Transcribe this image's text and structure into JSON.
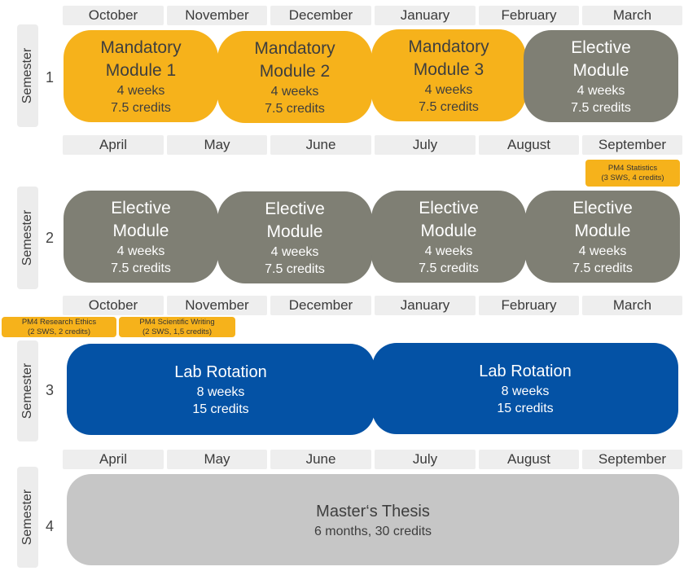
{
  "semester_label": "Semester",
  "timeline": [
    {
      "number": "1",
      "months": [
        "October",
        "November",
        "December",
        "January",
        "February",
        "March"
      ],
      "modules": [
        {
          "title1": "Mandatory",
          "title2": "Module 1",
          "duration": "4 weeks",
          "credits": "7.5 credits",
          "type": "mandatory"
        },
        {
          "title1": "Mandatory",
          "title2": "Module 2",
          "duration": "4 weeks",
          "credits": "7.5 credits",
          "type": "mandatory"
        },
        {
          "title1": "Mandatory",
          "title2": "Module 3",
          "duration": "4 weeks",
          "credits": "7.5 credits",
          "type": "mandatory"
        },
        {
          "title1": "Elective",
          "title2": "Module",
          "duration": "4 weeks",
          "credits": "7.5 credits",
          "type": "elective"
        }
      ]
    },
    {
      "number": "2",
      "months": [
        "April",
        "May",
        "June",
        "July",
        "August",
        "September"
      ],
      "extras": [
        {
          "line1": "PM4 Statistics",
          "line2": "(3 SWS, 4 credits)"
        }
      ],
      "modules": [
        {
          "title1": "Elective",
          "title2": "Module",
          "duration": "4 weeks",
          "credits": "7.5 credits",
          "type": "elective"
        },
        {
          "title1": "Elective",
          "title2": "Module",
          "duration": "4 weeks",
          "credits": "7.5 credits",
          "type": "elective"
        },
        {
          "title1": "Elective",
          "title2": "Module",
          "duration": "4 weeks",
          "credits": "7.5 credits",
          "type": "elective"
        },
        {
          "title1": "Elective",
          "title2": "Module",
          "duration": "4 weeks",
          "credits": "7.5 credits",
          "type": "elective"
        }
      ]
    },
    {
      "number": "3",
      "months": [
        "October",
        "November",
        "December",
        "January",
        "February",
        "March"
      ],
      "extras": [
        {
          "line1": "PM4 Research Ethics",
          "line2": "(2 SWS, 2 credits)"
        },
        {
          "line1": "PM4 Scientific Writing",
          "line2": "(2 SWS, 1,5 credits)"
        }
      ],
      "modules": [
        {
          "title1": "Lab Rotation",
          "duration": "8 weeks",
          "credits": "15 credits",
          "type": "lab"
        },
        {
          "title1": "Lab Rotation",
          "duration": "8 weeks",
          "credits": "15 credits",
          "type": "lab"
        }
      ]
    },
    {
      "number": "4",
      "months": [
        "April",
        "May",
        "June",
        "July",
        "August",
        "September"
      ],
      "modules": [
        {
          "title1": "Master‘s Thesis",
          "details": "6 months, 30 credits",
          "type": "thesis"
        }
      ]
    }
  ],
  "colors": {
    "mandatory": "#f6b21b",
    "elective": "#7f7f74",
    "lab_rotation": "#0452a5",
    "thesis": "#c6c6c6",
    "month_bar": "#eeeeee"
  }
}
